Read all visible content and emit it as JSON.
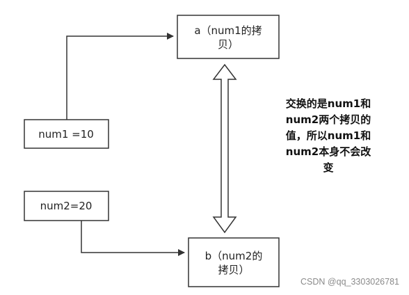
{
  "boxes": {
    "a": {
      "line1": "a（num1的拷",
      "line2": "贝）"
    },
    "num1": {
      "label": "num1 =10"
    },
    "num2": {
      "label": "num2=20"
    },
    "b": {
      "line1": "b（num2的",
      "line2": "拷贝）"
    }
  },
  "note": {
    "lines": [
      "交换的是num1和",
      "num2两个拷贝的",
      "值，所以num1和",
      "num2本身不会改",
      "变"
    ]
  },
  "watermark": "CSDN @qq_3303026781",
  "colors": {
    "stroke": "#333333",
    "text": "#222222",
    "watermark": "#8a8a8a"
  }
}
